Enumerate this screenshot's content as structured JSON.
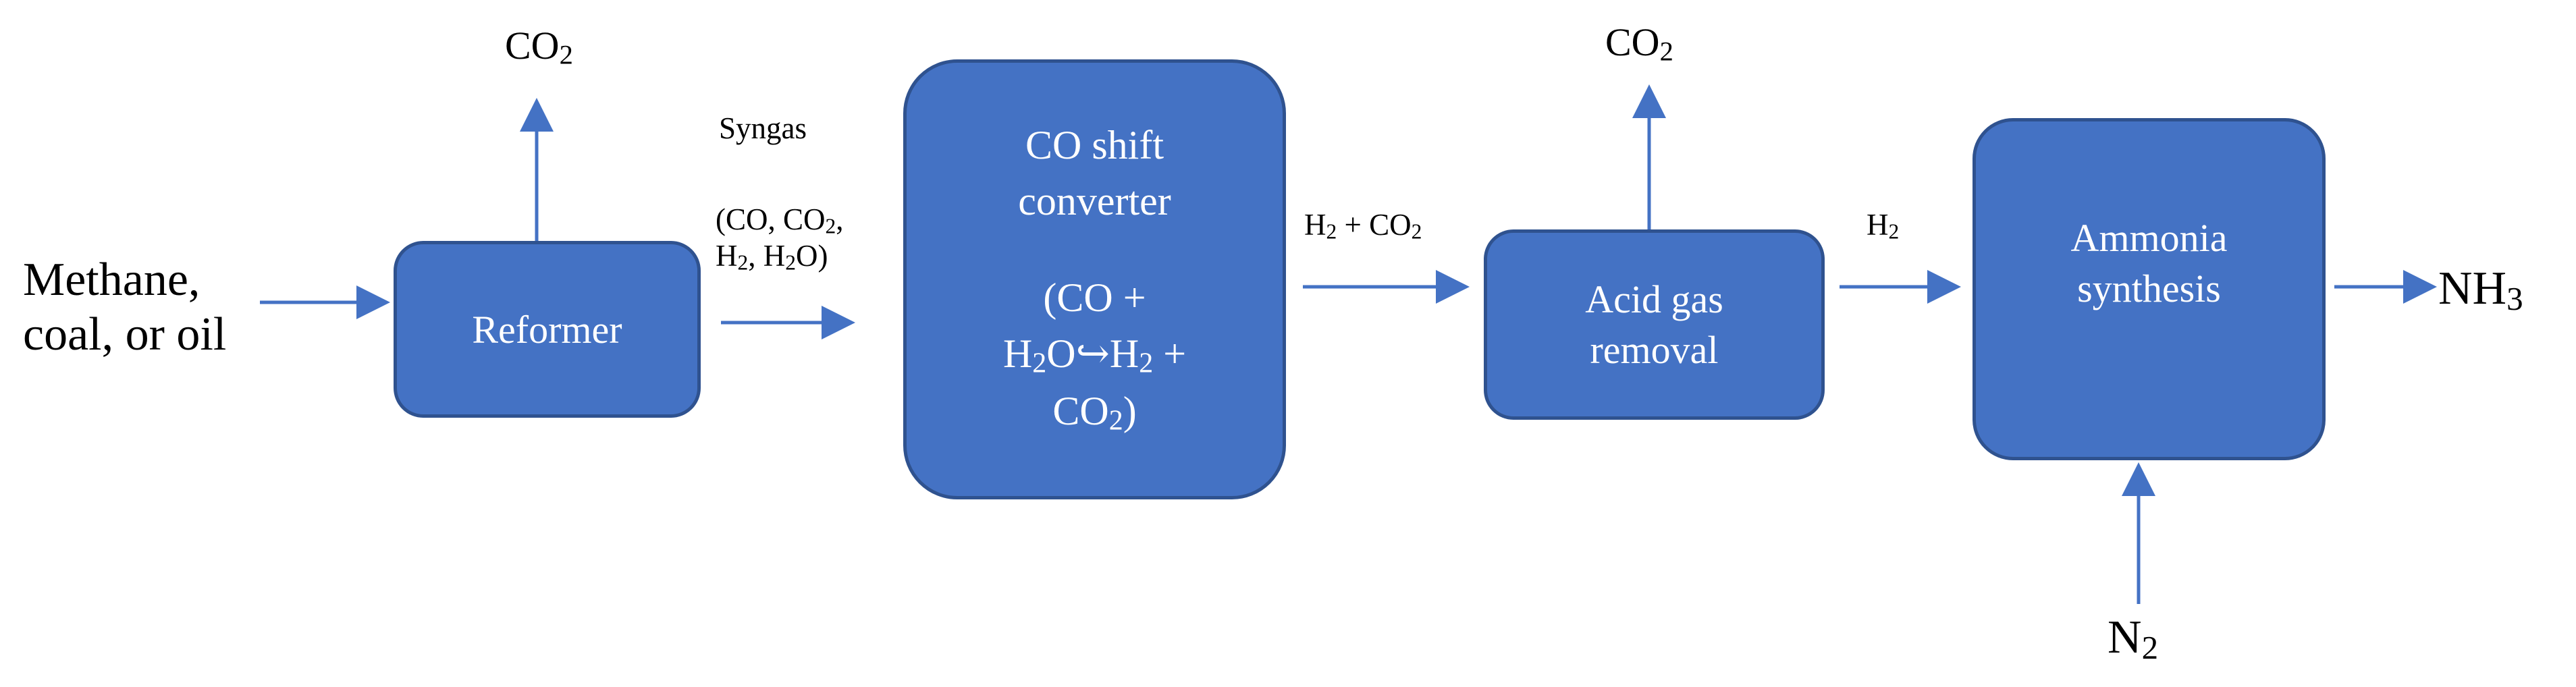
{
  "diagram": {
    "colors": {
      "box_fill": "#4472C4",
      "box_border": "#2F528F",
      "arrow": "#4472C4",
      "box_text": "#ffffff",
      "label_text": "#000000"
    },
    "input_label": {
      "line1": "Methane,",
      "line2": "coal, or oil"
    },
    "reformer": {
      "label": "Reformer"
    },
    "reformer_co2": {
      "main": "CO",
      "sub": "2"
    },
    "syngas": {
      "title": "Syngas",
      "line1_a": "(CO, CO",
      "line1_sub": "2",
      "line1_b": ",",
      "line2_a": "H",
      "line2_sub1": "2",
      "line2_b": ", H",
      "line2_sub2": "2",
      "line2_c": "O)"
    },
    "shift_converter": {
      "line1": "CO shift",
      "line2": "converter",
      "line3": "(CO +",
      "line4_a": "H",
      "line4_sub1": "2",
      "line4_b": "O↪H",
      "line4_sub2": "2",
      "line4_c": " +",
      "line5_a": "CO",
      "line5_sub": "2",
      "line5_b": ")"
    },
    "h2_co2": {
      "a": "H",
      "sub1": "2",
      "b": " + CO",
      "sub2": "2"
    },
    "acid_gas": {
      "line1": "Acid gas",
      "line2": "removal"
    },
    "acid_co2": {
      "main": "CO",
      "sub": "2"
    },
    "h2_label": {
      "main": "H",
      "sub": "2"
    },
    "ammonia": {
      "line1": "Ammonia",
      "line2": "synthesis"
    },
    "nh3": {
      "main": "NH",
      "sub": "3"
    },
    "n2": {
      "main": "N",
      "sub": "2"
    }
  }
}
